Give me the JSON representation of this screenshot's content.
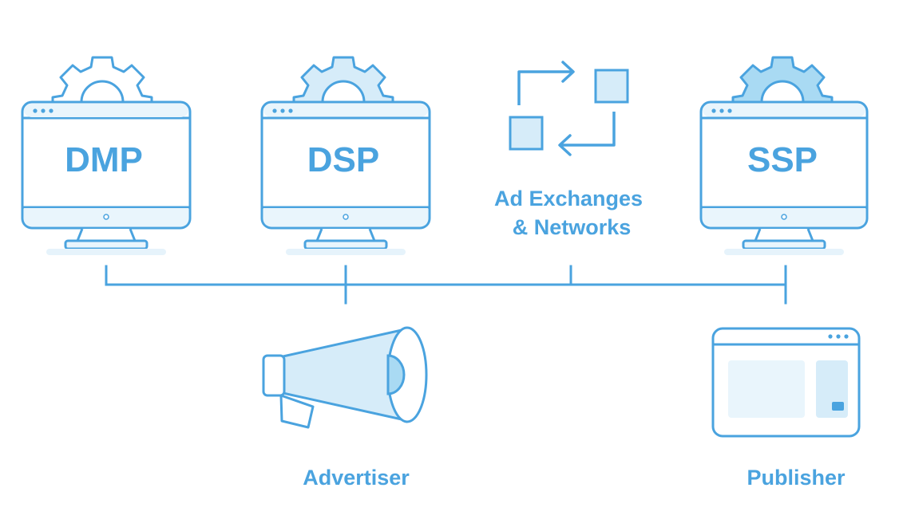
{
  "colors": {
    "stroke": "#4aa3df",
    "fill_light": "#d6ecf9",
    "fill_lighter": "#e9f5fc",
    "gear_fill": "#a9daf3",
    "shadow": "#e6f3fb",
    "text": "#4aa3df"
  },
  "nodes": [
    {
      "id": "dmp",
      "label": "DMP",
      "icon": "desktop-monitor-icon",
      "gear_icon": "gear-icon"
    },
    {
      "id": "dsp",
      "label": "DSP",
      "icon": "desktop-monitor-icon",
      "gear_icon": "gear-icon"
    },
    {
      "id": "exchange",
      "label_line1": "Ad Exchanges",
      "label_line2": "& Networks",
      "icon": "exchange-arrows-icon"
    },
    {
      "id": "ssp",
      "label": "SSP",
      "icon": "desktop-monitor-icon",
      "gear_icon": "gear-icon"
    }
  ],
  "parties": [
    {
      "id": "advertiser",
      "label": "Advertiser",
      "icon": "megaphone-icon"
    },
    {
      "id": "publisher",
      "label": "Publisher",
      "icon": "browser-window-icon"
    }
  ]
}
